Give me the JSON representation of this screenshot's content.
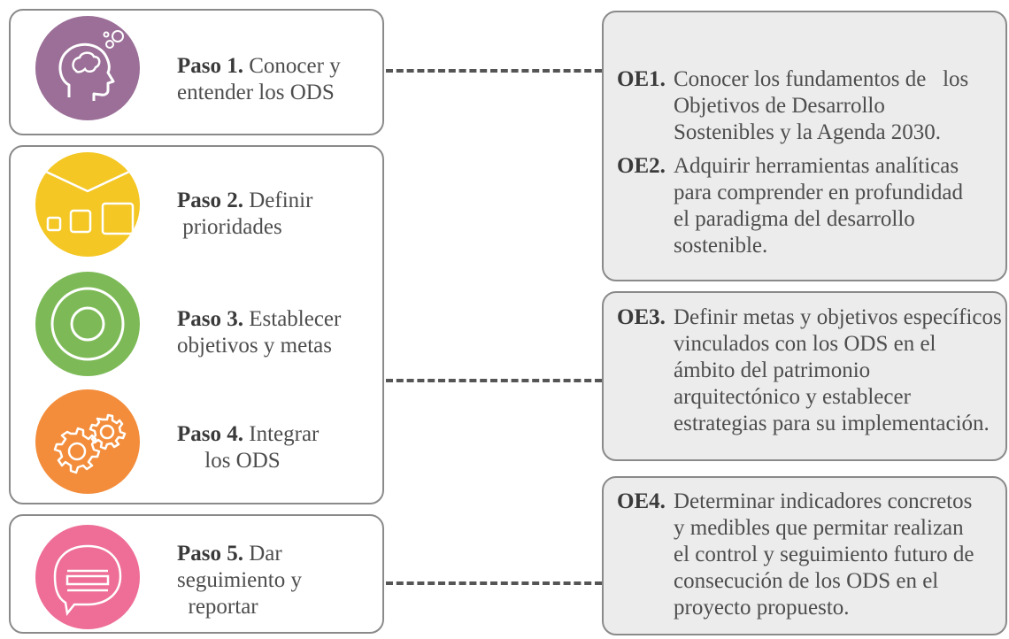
{
  "steps": [
    {
      "label": "Paso 1.",
      "line1": "Conocer y",
      "line2": "entender los ODS",
      "line3": "",
      "icon": "head-bulb-icon",
      "color": "#9b6f98"
    },
    {
      "label": "Paso 2.",
      "line1": "Definir",
      "line2": "prioridades",
      "line3": "",
      "icon": "priority-boxes-icon",
      "color": "#f4c724"
    },
    {
      "label": "Paso 3.",
      "line1": "Establecer",
      "line2": "objetivos y metas",
      "line3": "",
      "icon": "target-icon",
      "color": "#7dba57"
    },
    {
      "label": "Paso 4.",
      "line1": "Integrar",
      "line2": "los ODS",
      "line3": "",
      "icon": "gears-icon",
      "color": "#f38d3c"
    },
    {
      "label": "Paso 5.",
      "line1": "Dar",
      "line2": "seguimiento y",
      "line3": "reportar",
      "icon": "speech-bubble-icon",
      "color": "#ee6e97"
    }
  ],
  "objectives": [
    {
      "code": "OE1.",
      "lines": [
        "Conocer los fundamentos de   los",
        "Objetivos de Desarrollo",
        "Sostenibles y la Agenda 2030."
      ]
    },
    {
      "code": "OE2.",
      "lines": [
        "Adquirir herramientas analíticas",
        "para comprender en profundidad",
        "el paradigma del desarrollo",
        "sostenible."
      ]
    },
    {
      "code": "OE3.",
      "lines": [
        "Definir metas y objetivos específicos",
        "vinculados con los ODS en el",
        "ámbito del patrimonio",
        "arquitectónico y establecer",
        "estrategias para su implementación."
      ]
    },
    {
      "code": "OE4.",
      "lines": [
        "Determinar indicadores concretos",
        "y medibles que permitar realizan",
        "el control y seguimiento futuro de",
        "consecución de los ODS en el",
        "proyecto propuesto."
      ]
    }
  ]
}
